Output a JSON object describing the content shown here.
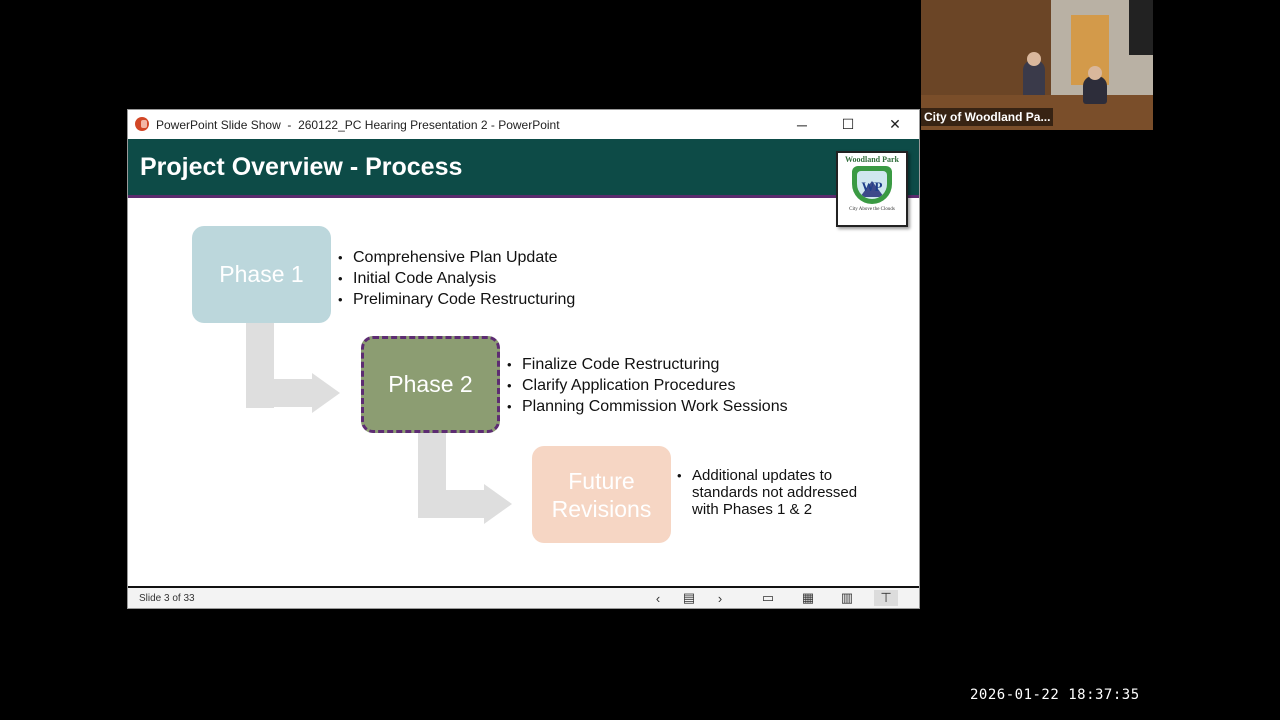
{
  "window": {
    "title": "PowerPoint Slide Show  -  260122_PC Hearing Presentation 2 - PowerPoint",
    "minimize_glyph": "─",
    "maximize_glyph": "☐",
    "close_glyph": "✕"
  },
  "slide": {
    "title": "Project Overview - Process",
    "logo": {
      "name": "Woodland Park",
      "initials": "WP",
      "tagline": "City Above the Clouds"
    },
    "phases": [
      {
        "label": "Phase 1",
        "color": "#bcd7dc",
        "bullets": [
          "Comprehensive Plan Update",
          "Initial Code Analysis",
          "Preliminary Code Restructuring"
        ]
      },
      {
        "label": "Phase 2",
        "color": "#8c9d72",
        "bullets": [
          "Finalize Code Restructuring",
          "Clarify Application Procedures",
          "Planning Commission Work Sessions"
        ]
      },
      {
        "label": "Future\nRevisions",
        "color": "#f6d6c4",
        "bullets": [
          "Additional updates to standards not addressed with Phases 1 & 2"
        ]
      }
    ]
  },
  "statusbar": {
    "slide_counter": "Slide 3 of 33",
    "prev_glyph": "‹",
    "notes_glyph": "▤",
    "next_glyph": "›",
    "normal_glyph": "▭",
    "sorter_glyph": "▦",
    "reading_glyph": "▥",
    "presenter_glyph": "⊤"
  },
  "webcam": {
    "label": "City of Woodland Pa..."
  },
  "timestamp": "2026-01-22  18:37:35",
  "colors": {
    "header": "#0d4b47",
    "header_line": "#5b2b6e",
    "phase2_border": "#5d2c72"
  }
}
